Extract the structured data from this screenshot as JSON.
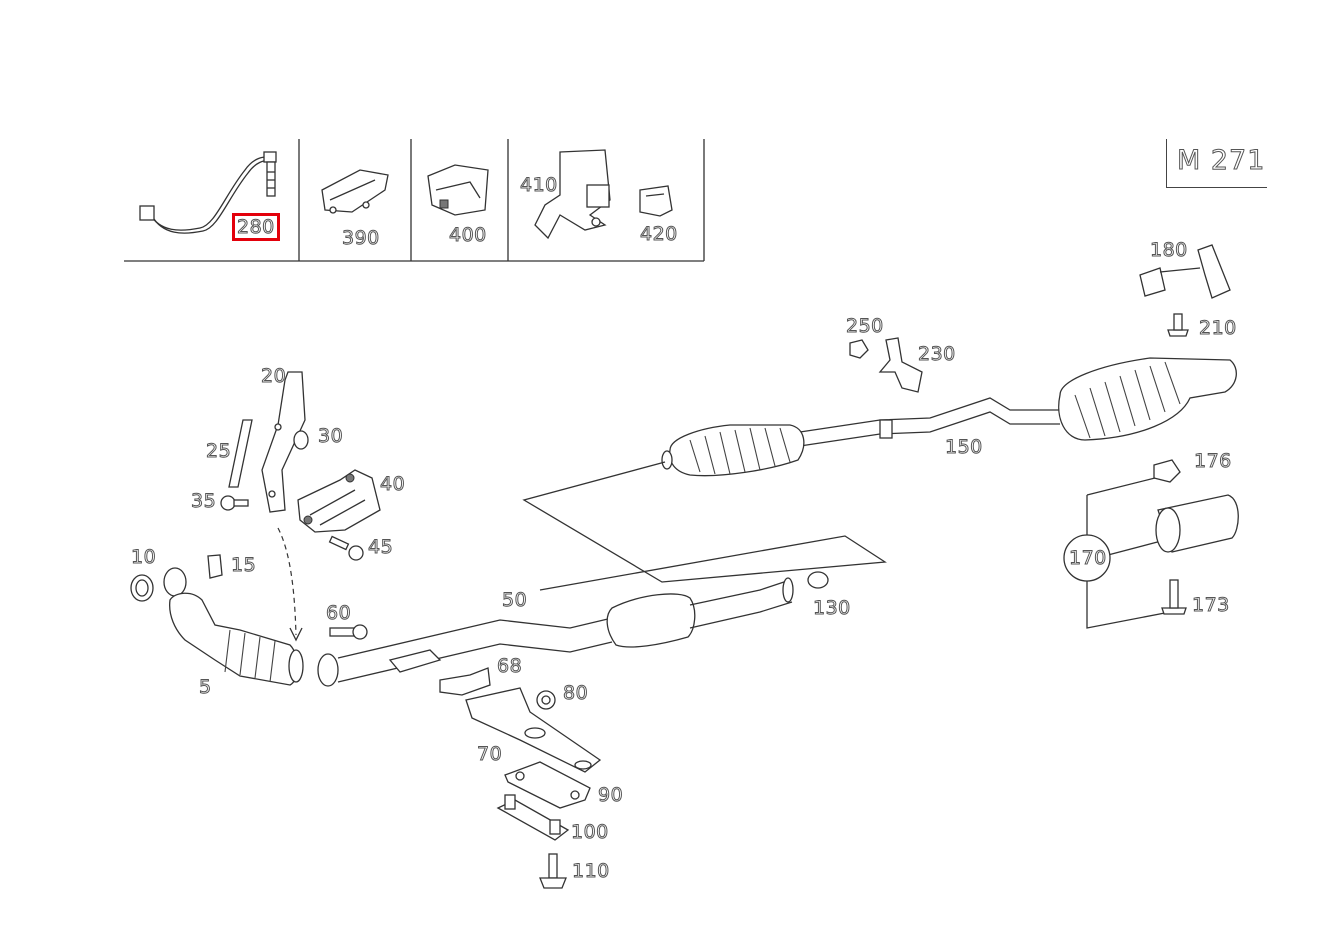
{
  "diagram": {
    "engine_code": "M 271",
    "highlighted_part": "280",
    "parts": [
      {
        "id": "p280",
        "label": "280"
      },
      {
        "id": "p390",
        "label": "390"
      },
      {
        "id": "p400",
        "label": "400"
      },
      {
        "id": "p410",
        "label": "410"
      },
      {
        "id": "p420",
        "label": "420"
      },
      {
        "id": "p180",
        "label": "180"
      },
      {
        "id": "p210",
        "label": "210"
      },
      {
        "id": "p250",
        "label": "250"
      },
      {
        "id": "p230",
        "label": "230"
      },
      {
        "id": "p150",
        "label": "150"
      },
      {
        "id": "p176",
        "label": "176"
      },
      {
        "id": "p170",
        "label": "170"
      },
      {
        "id": "p173",
        "label": "173"
      },
      {
        "id": "p20",
        "label": "20"
      },
      {
        "id": "p25",
        "label": "25"
      },
      {
        "id": "p30",
        "label": "30"
      },
      {
        "id": "p35",
        "label": "35"
      },
      {
        "id": "p40",
        "label": "40"
      },
      {
        "id": "p45",
        "label": "45"
      },
      {
        "id": "p10",
        "label": "10"
      },
      {
        "id": "p15",
        "label": "15"
      },
      {
        "id": "p5",
        "label": "5"
      },
      {
        "id": "p60",
        "label": "60"
      },
      {
        "id": "p50",
        "label": "50"
      },
      {
        "id": "p130",
        "label": "130"
      },
      {
        "id": "p68",
        "label": "68"
      },
      {
        "id": "p80",
        "label": "80"
      },
      {
        "id": "p70",
        "label": "70"
      },
      {
        "id": "p90",
        "label": "90"
      },
      {
        "id": "p100",
        "label": "100"
      },
      {
        "id": "p110",
        "label": "110"
      }
    ]
  }
}
